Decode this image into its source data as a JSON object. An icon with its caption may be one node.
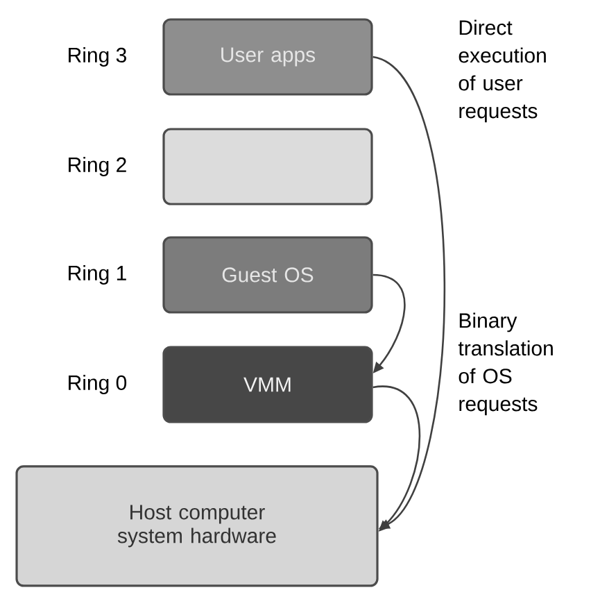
{
  "diagram": {
    "nodes": [
      {
        "text": [
          "User apps"
        ],
        "beside": [
          "Ring 3"
        ]
      },
      {
        "text": [],
        "shape": "box",
        "beside": [
          "Ring 2"
        ]
      },
      {
        "text": [
          "Guest OS"
        ],
        "beside": [
          "Ring 1"
        ]
      },
      {
        "text": [
          "VMM"
        ],
        "beside": [
          "Ring 0"
        ]
      },
      {
        "text": [
          "Host computer system hardware"
        ]
      }
    ],
    "edges": [
      {
        "from": 0,
        "to": 4,
        "arrow": "to"
      },
      {
        "from": 2,
        "to": 3,
        "arrow": "to"
      },
      {
        "from": 3,
        "to": 4,
        "arrow": "to"
      }
    ],
    "labels": [
      "Direct execution of user requests",
      "Binary translation of OS requests"
    ]
  }
}
